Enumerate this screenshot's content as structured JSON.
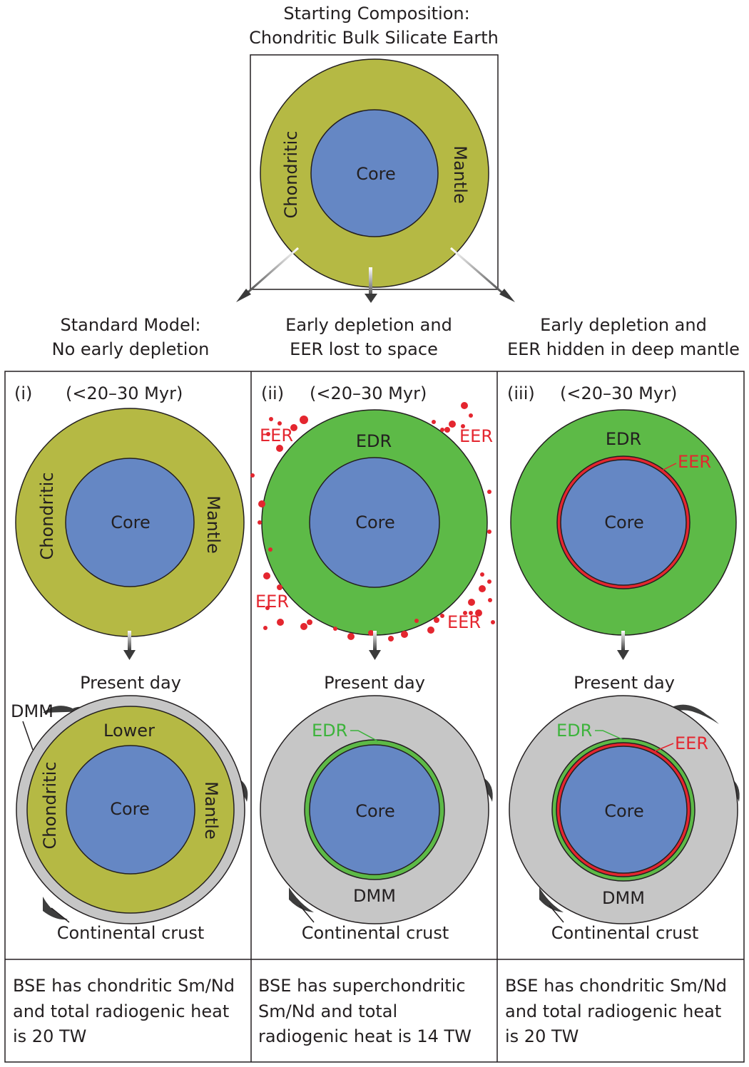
{
  "top": {
    "title_line1": "Starting Composition:",
    "title_line2": "Chondritic Bulk Silicate Earth",
    "core": "Core",
    "left": "Chondritic",
    "right": "Mantle"
  },
  "scenarios": [
    {
      "heading_line1": "Standard Model:",
      "heading_line2": "No early depletion",
      "numeral": "(i)",
      "time": "(<20–30 Myr)",
      "early_core": "Core",
      "early_left": "Chondritic",
      "early_right": "Mantle",
      "present": "Present day",
      "dmm": "DMM",
      "lower": "Lower",
      "late_core": "Core",
      "late_left": "Chondritic",
      "late_right": "Mantle",
      "crust": "Continental crust",
      "note_line1": "BSE has chondritic Sm/Nd",
      "note_line2": "and total radiogenic heat",
      "note_line3": "is 20 TW"
    },
    {
      "heading_line1": "Early depletion and",
      "heading_line2": "EER lost to space",
      "numeral": "(ii)",
      "time": "(<20–30 Myr)",
      "early_core": "Core",
      "edr": "EDR",
      "eer": "EER",
      "present": "Present day",
      "late_edr": "EDR",
      "late_core": "Core",
      "dmm": "DMM",
      "crust": "Continental crust",
      "note_line1": "BSE has superchondritic",
      "note_line2": "Sm/Nd and total",
      "note_line3": "radiogenic heat  is 14 TW"
    },
    {
      "heading_line1": "Early depletion and",
      "heading_line2": "EER hidden in deep mantle",
      "numeral": "(iii)",
      "time": "(<20–30 Myr)",
      "edr": "EDR",
      "eer": "EER",
      "early_core": "Core",
      "present": "Present day",
      "late_edr": "EDR",
      "late_eer": "EER",
      "late_core": "Core",
      "dmm": "DMM",
      "crust": "Continental crust",
      "note_line1": "BSE has chondritic Sm/Nd",
      "note_line2": "and total radiogenic heat",
      "note_line3": "is 20 TW"
    }
  ],
  "colors": {
    "chondritic": "#b5b944",
    "core": "#6587c4",
    "edr": "#5dba47",
    "dmm": "#c6c6c6",
    "eer": "#e4262f",
    "crust": "#3d3d3d"
  }
}
